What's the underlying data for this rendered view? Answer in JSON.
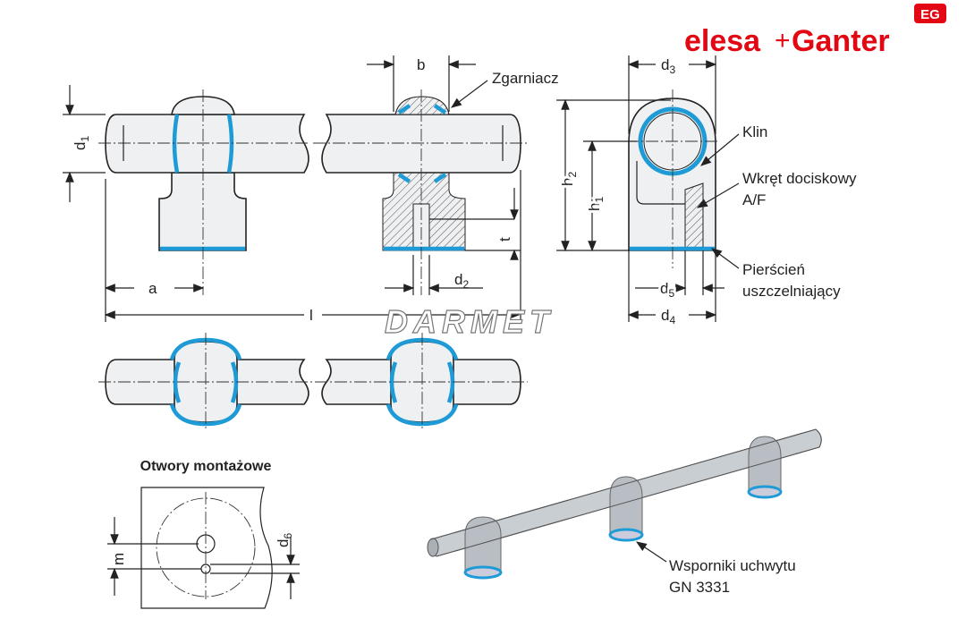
{
  "logo": {
    "brand_left": "elesa",
    "plus": "+",
    "brand_right": "Ganter",
    "badge": "EG"
  },
  "watermark": "DARMET",
  "front_view": {
    "dim_d1": "d",
    "dim_d1_sub": "1",
    "dim_a": "a",
    "dim_l": "l"
  },
  "section_view": {
    "dim_b": "b",
    "dim_t": "t",
    "dim_d2": "d",
    "dim_d2_sub": "2",
    "label_scraper": "Zgarniacz"
  },
  "side_view": {
    "dim_d3": "d",
    "dim_d3_sub": "3",
    "dim_h2": "h",
    "dim_h2_sub": "2",
    "dim_h1": "h",
    "dim_h1_sub": "1",
    "dim_d5": "d",
    "dim_d5_sub": "5",
    "dim_d4": "d",
    "dim_d4_sub": "4",
    "label_wedge": "Klin",
    "label_screw": "Wkręt dociskowy",
    "label_af": "A/F",
    "label_ring_1": "Pierścień",
    "label_ring_2": "uszczelniający"
  },
  "mounting": {
    "title": "Otwory montażowe",
    "dim_m": "m",
    "dim_d6": "d",
    "dim_d6_sub": "6"
  },
  "perspective": {
    "label_1": "Wsporniki uchwytu",
    "label_2": "GN 3331"
  },
  "colors": {
    "accent_blue": "#1e9bd7",
    "brand_red": "#e30613"
  }
}
